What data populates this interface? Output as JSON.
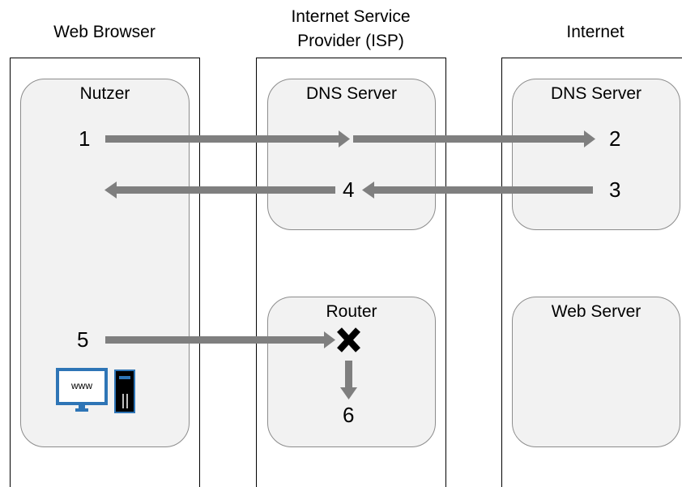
{
  "columns": {
    "browser": "Web Browser",
    "isp_line1": "Internet Service",
    "isp_line2": "Provider (ISP)",
    "internet": "Internet"
  },
  "boxes": {
    "nutzer": "Nutzer",
    "isp_dns": "DNS Server",
    "internet_dns": "DNS Server",
    "router": "Router",
    "web_server": "Web Server"
  },
  "steps": {
    "s1": "1",
    "s2": "2",
    "s3": "3",
    "s4": "4",
    "s5": "5",
    "s6": "6"
  },
  "computer_label": "www",
  "colors": {
    "arrow": "#7f7f7f",
    "box_fill": "#f2f2f2",
    "box_border": "#8c8c8c",
    "computer": "#2e75b6"
  }
}
